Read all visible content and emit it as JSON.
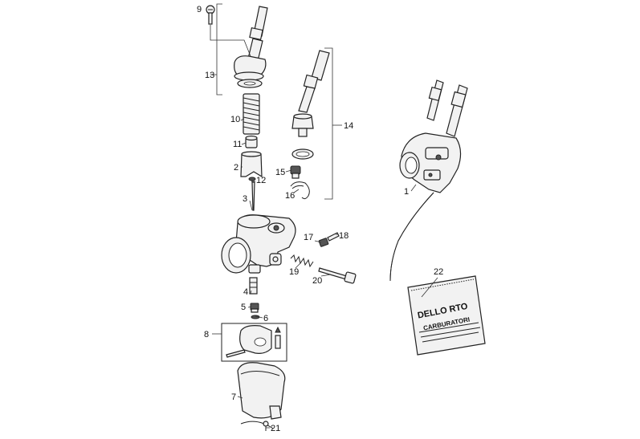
{
  "callouts": {
    "c1": "1",
    "c2": "2",
    "c3": "3",
    "c4": "4",
    "c5": "5",
    "c6": "6",
    "c7": "7",
    "c8": "8",
    "c9": "9",
    "c10": "10",
    "c11": "11",
    "c12": "12",
    "c13": "13",
    "c14": "14",
    "c15": "15",
    "c16": "16",
    "c17": "17",
    "c18": "18",
    "c19": "19",
    "c20": "20",
    "c21": "21",
    "c22": "22"
  },
  "bag": {
    "brand": "DELLO RTO",
    "subtitle": "CARBURATORI"
  }
}
